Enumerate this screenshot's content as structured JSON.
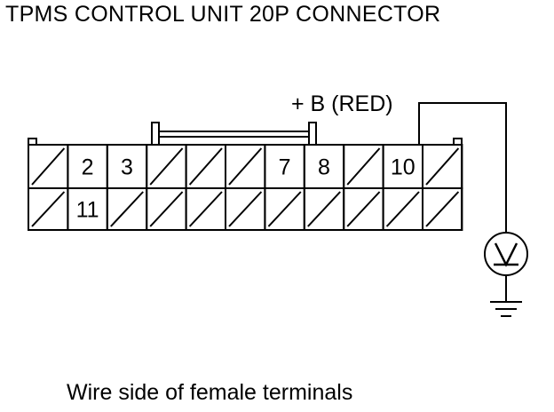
{
  "title": "TPMS CONTROL UNIT 20P CONNECTOR",
  "caption": "Wire side of female terminals",
  "probe_label": "+ B (RED)",
  "meter_symbol": "V",
  "connector": {
    "upper_row": [
      "",
      "2",
      "3",
      "",
      "",
      "",
      "7",
      "8",
      "",
      "10",
      ""
    ],
    "lower_row": [
      "",
      "11",
      "",
      "",
      "",
      "",
      "",
      "",
      "",
      "",
      ""
    ],
    "unused_marker": "diagonal"
  },
  "colors": {
    "line": "#000000",
    "background": "#ffffff"
  }
}
